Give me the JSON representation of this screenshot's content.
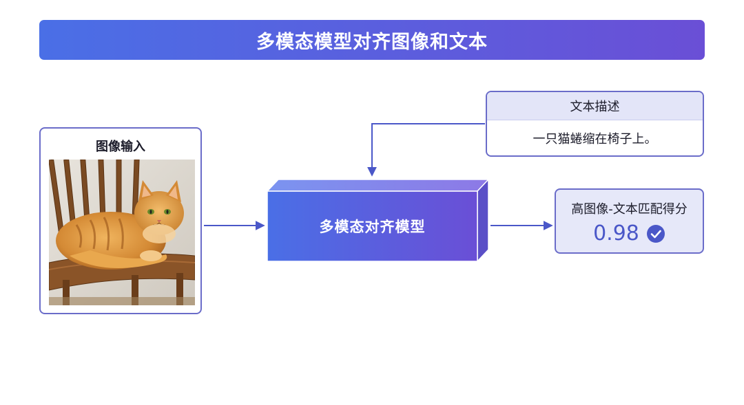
{
  "header": {
    "title": "多模态模型对齐图像和文本"
  },
  "image_input": {
    "label": "图像输入"
  },
  "text_description": {
    "header": "文本描述",
    "content": "一只猫蜷缩在椅子上。"
  },
  "model": {
    "label": "多模态对齐模型"
  },
  "score": {
    "label": "高图像-文本匹配得分",
    "value": "0.98",
    "status_icon": "check-circle-icon"
  },
  "colors": {
    "accent": "#4a57c8",
    "border": "#6a6cc9",
    "gradient_start": "#4a6fe6",
    "gradient_end": "#6a4fd6"
  }
}
